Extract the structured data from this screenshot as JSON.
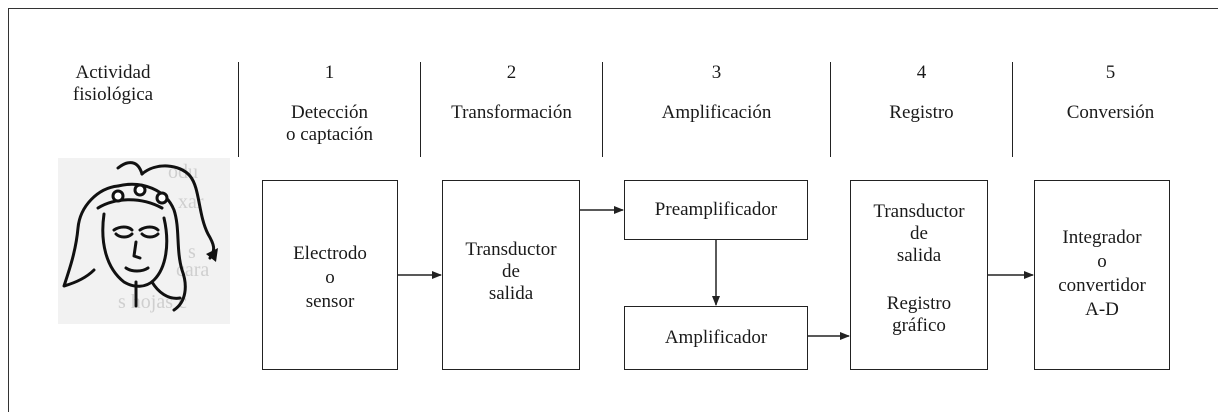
{
  "header": {
    "activity_line1": "Actividad",
    "activity_line2": "fisiológica",
    "stages": [
      {
        "num": "1",
        "line1": "Detección",
        "line2": "o captación"
      },
      {
        "num": "2",
        "line1": "Transformación"
      },
      {
        "num": "3",
        "line1": "Amplificación"
      },
      {
        "num": "4",
        "line1": "Registro"
      },
      {
        "num": "5",
        "line1": "Conversión"
      }
    ]
  },
  "blocks": {
    "electrode": [
      "Electrodo",
      "o",
      "sensor"
    ],
    "transducer": [
      "Transductor",
      "de",
      "salida"
    ],
    "preamp": [
      "Preamplificador"
    ],
    "amp": [
      "Amplificador"
    ],
    "register_top": [
      "Transductor",
      "de",
      "salida"
    ],
    "register_bottom": [
      "Registro",
      "gráfico"
    ],
    "integrator": [
      "Integrador",
      "o",
      "convertidor",
      "A-D"
    ]
  },
  "icons": {
    "face": "head-with-electrodes-icon"
  },
  "colors": {
    "line": "#222222",
    "text": "#1a1a1a",
    "background": "#ffffff"
  }
}
